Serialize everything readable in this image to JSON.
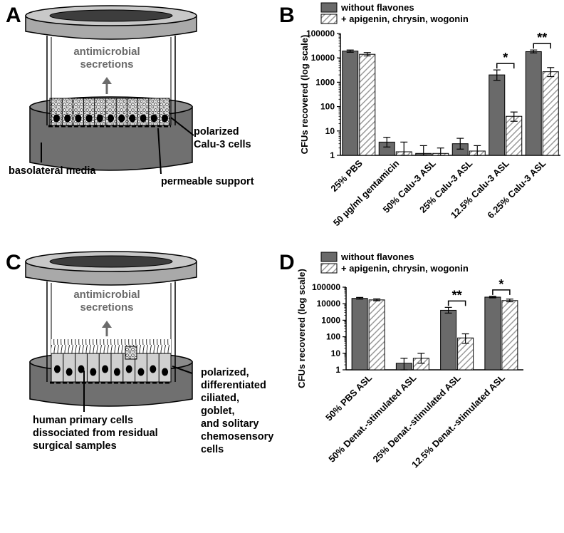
{
  "colors": {
    "dark_bar": "#6a6a6a",
    "hatch_bg": "#ffffff",
    "hatch_line": "#9a9a9a"
  },
  "panels": {
    "A": {
      "letter": "A",
      "secretions_line1": "antimicrobial",
      "secretions_line2": "secretions",
      "cells_line1": "polarized",
      "cells_line2": "Calu-3 cells",
      "media": "basolateral media",
      "support": "permeable support"
    },
    "C": {
      "letter": "C",
      "secretions_line1": "antimicrobial",
      "secretions_line2": "secretions",
      "source_lines": [
        "human primary cells",
        "dissociated from residual",
        "surgical samples"
      ],
      "cells_lines": [
        "polarized,",
        "differentiated",
        "ciliated,",
        "goblet,",
        "and solitary",
        "chemosensory",
        "cells"
      ]
    },
    "B": {
      "letter": "B"
    },
    "D": {
      "letter": "D"
    }
  },
  "chart_data": [
    {
      "panel": "B",
      "type": "bar",
      "ylabel": "CFUs recovered (log scale)",
      "yscale": "log",
      "ylim": [
        1,
        100000
      ],
      "yticks": [
        "1",
        "10",
        "100",
        "1000",
        "10000",
        "100000"
      ],
      "categories": [
        "25% PBS",
        "50 µg/ml gentamicin",
        "50% Calu-3 ASL",
        "25% Calu-3 ASL",
        "12.5% Calu-3 ASL",
        "6.25% Calu-3 ASL"
      ],
      "legend_position": "top",
      "series": [
        {
          "name": "without flavones",
          "style": "solid",
          "values": [
            19000,
            3.5,
            1.2,
            3,
            2000,
            18000
          ],
          "err_low": [
            17000,
            2.2,
            1.0,
            1.8,
            1200,
            16000
          ],
          "err_high": [
            21000,
            5.5,
            2.5,
            5,
            3200,
            21000
          ]
        },
        {
          "name": "+ apigenin, chrysin, wogonin",
          "style": "hatched",
          "values": [
            14000,
            1.4,
            1.2,
            1.5,
            40,
            2700
          ],
          "err_low": [
            12000,
            1.0,
            1.0,
            1.0,
            25,
            1700
          ],
          "err_high": [
            16500,
            3.5,
            2.0,
            2.5,
            60,
            4000
          ]
        }
      ],
      "significance": [
        {
          "category": "12.5% Calu-3 ASL",
          "label": "*"
        },
        {
          "category": "6.25% Calu-3 ASL",
          "label": "**"
        }
      ]
    },
    {
      "panel": "D",
      "type": "bar",
      "ylabel": "CFUs recovered (log scale)",
      "yscale": "log",
      "ylim": [
        1,
        100000
      ],
      "yticks": [
        "1",
        "10",
        "100",
        "1000",
        "10000",
        "100000"
      ],
      "categories": [
        "50% PBS ASL",
        "50% Denat.-stimulated ASL",
        "25% Denat.-stimulated ASL",
        "12.5% Denat.-stimulated ASL"
      ],
      "legend_position": "top",
      "series": [
        {
          "name": "without flavones",
          "style": "solid",
          "values": [
            21000,
            2.5,
            4000,
            25000
          ],
          "err_low": [
            19000,
            1.0,
            2700,
            22500
          ],
          "err_high": [
            24000,
            5,
            6000,
            28000
          ]
        },
        {
          "name": "+ apigenin, chrysin, wogonin",
          "style": "hatched",
          "values": [
            17000,
            5,
            85,
            15500
          ],
          "err_low": [
            15000,
            2.5,
            40,
            13000
          ],
          "err_high": [
            19500,
            10,
            150,
            19000
          ]
        }
      ],
      "significance": [
        {
          "category": "25% Denat.-stimulated ASL",
          "label": "**"
        },
        {
          "category": "12.5% Denat.-stimulated ASL",
          "label": "*"
        }
      ]
    }
  ]
}
